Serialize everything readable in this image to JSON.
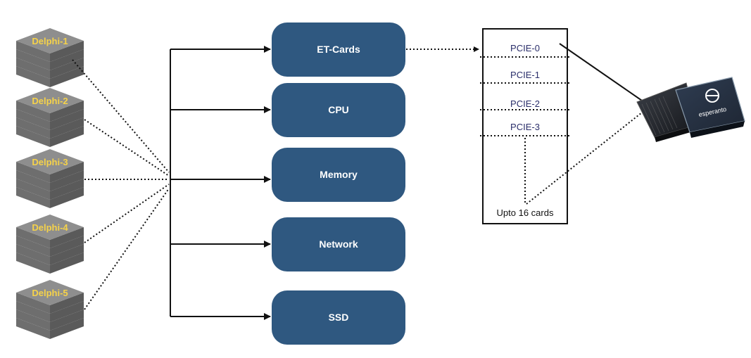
{
  "servers": [
    {
      "label": "Delphi-1"
    },
    {
      "label": "Delphi-2"
    },
    {
      "label": "Delphi-3"
    },
    {
      "label": "Delphi-4"
    },
    {
      "label": "Delphi-5"
    }
  ],
  "resources": [
    {
      "label": "ET-Cards"
    },
    {
      "label": "CPU"
    },
    {
      "label": "Memory"
    },
    {
      "label": "Network"
    },
    {
      "label": "SSD"
    }
  ],
  "pcie": {
    "slots": [
      {
        "label": "PCIE-0"
      },
      {
        "label": "PCIE-1"
      },
      {
        "label": "PCIE-2"
      },
      {
        "label": "PCIE-3"
      }
    ],
    "footer": "Upto 16 cards"
  },
  "chip": {
    "logo_text": "esperanto",
    "logo_icon": "esperanto-e-logo"
  },
  "colors": {
    "box_fill": "#2f5880",
    "server_gray": "#8a8a8a",
    "server_label": "#f5d24a",
    "line": "#111111"
  }
}
